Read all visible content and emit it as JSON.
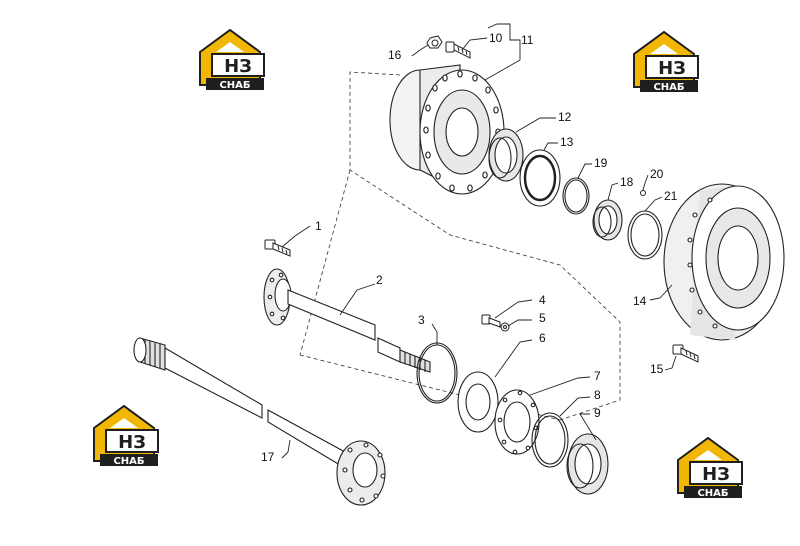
{
  "logo": {
    "mark": "НЗ",
    "caption": "СНАБ",
    "colors": {
      "yellow": "#f2b705",
      "dark": "#1f1f1f",
      "white": "#ffffff"
    }
  },
  "callouts": [
    "1",
    "2",
    "3",
    "4",
    "5",
    "6",
    "7",
    "8",
    "9",
    "10",
    "11",
    "12",
    "13",
    "14",
    "15",
    "16",
    "17",
    "18",
    "19",
    "20",
    "21"
  ],
  "line_color": "#222222"
}
